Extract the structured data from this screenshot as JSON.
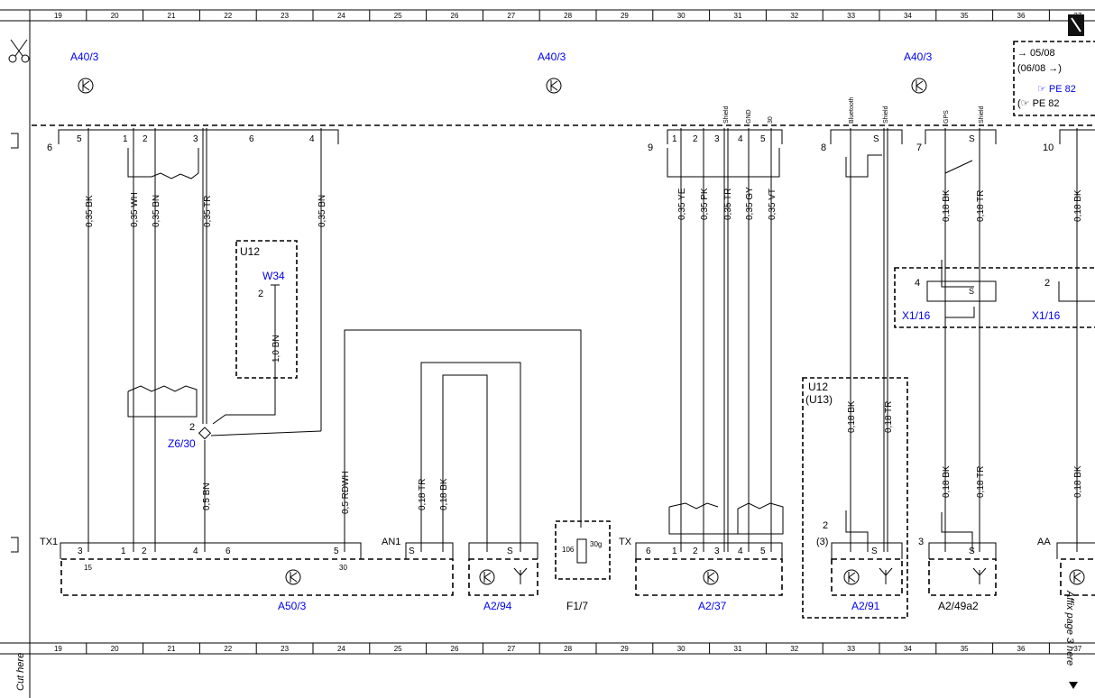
{
  "ruler_top": [
    "19",
    "20",
    "21",
    "22",
    "23",
    "24",
    "25",
    "26",
    "27",
    "28",
    "29",
    "30",
    "31",
    "32",
    "33",
    "34",
    "35",
    "36",
    "37"
  ],
  "ruler_bottom": [
    "19",
    "20",
    "21",
    "22",
    "23",
    "24",
    "25",
    "26",
    "27",
    "28",
    "29",
    "30",
    "31",
    "32",
    "33",
    "34",
    "35",
    "36",
    "37"
  ],
  "modules": {
    "top": [
      "A40/3",
      "A40/3",
      "A40/3"
    ],
    "a50": "A50/3",
    "a294": "A2/94",
    "f17": "F1/7",
    "a237": "A2/37",
    "a291": "A2/91",
    "a249": "A2/49a2",
    "z630": "Z6/30",
    "w34": "W34",
    "x116": [
      "X1/16",
      "X1/16"
    ],
    "u12": "U12",
    "u12b": "U12",
    "u13": "(U13)"
  },
  "note_box": {
    "line1": "→ 05/08",
    "line2": "(06/08 →)",
    "line3": "☞ PE 82",
    "line4": "(☞ PE 82"
  },
  "top_pins": {
    "g1": [
      "5",
      "1",
      "2",
      "3",
      "6",
      "4"
    ],
    "g1_num": "6",
    "g2": [
      "1",
      "2",
      "3",
      "4",
      "5"
    ],
    "g2_num": "9",
    "g2_sig": [
      "Shield",
      "GND",
      "30"
    ],
    "g3_num": "8",
    "g3_pins": [
      "S"
    ],
    "g3_sig": [
      "Bluetooth",
      "Shield"
    ],
    "g4_num": "7",
    "g4_pins": [
      "S"
    ],
    "g4_sig": [
      "GPS",
      "Shield"
    ],
    "g5_num": "10"
  },
  "wires": {
    "w1": [
      "0,35 BK",
      "0,35 WH",
      "0,35 BN",
      "0,35 TR",
      "0,35 BN"
    ],
    "w2": [
      "0,35 YE",
      "0,35 PK",
      "0,35 TR",
      "0,35 GY",
      "0,35 VT"
    ],
    "w3": [
      "0,18 BK",
      "0,18 TR",
      "0,18 BK"
    ],
    "w34_wire": "1,0 BN",
    "w34_pin": "2",
    "z_pin": "2",
    "z_out": "0,5 BN",
    "rdwh": "0,5 RDWH",
    "an1": [
      "0,18 TR",
      "0,18 BK"
    ],
    "u12w": [
      "0,18 BK",
      "0,18 TR"
    ],
    "lower": [
      "0,18 BK",
      "0,18 TR",
      "0,18 BK"
    ]
  },
  "x116_pins": [
    "4",
    "S",
    "2"
  ],
  "bottom_pins": {
    "tx1": "TX1",
    "a50": [
      "3",
      "1",
      "2",
      "4",
      "6",
      "5"
    ],
    "a50_sub": [
      "15",
      "30"
    ],
    "an1": "AN1",
    "s": "S",
    "tx": "TX",
    "tx_pin": "6",
    "a237": [
      "1",
      "2",
      "3",
      "4",
      "5"
    ],
    "a291_n": "2",
    "a291_m": "(3)",
    "a249_n": "3",
    "aa": "AA"
  },
  "f17_labels": [
    "106",
    "30g"
  ],
  "side": {
    "cut_here": "Cut here",
    "affix": "Affix page 3 here"
  }
}
